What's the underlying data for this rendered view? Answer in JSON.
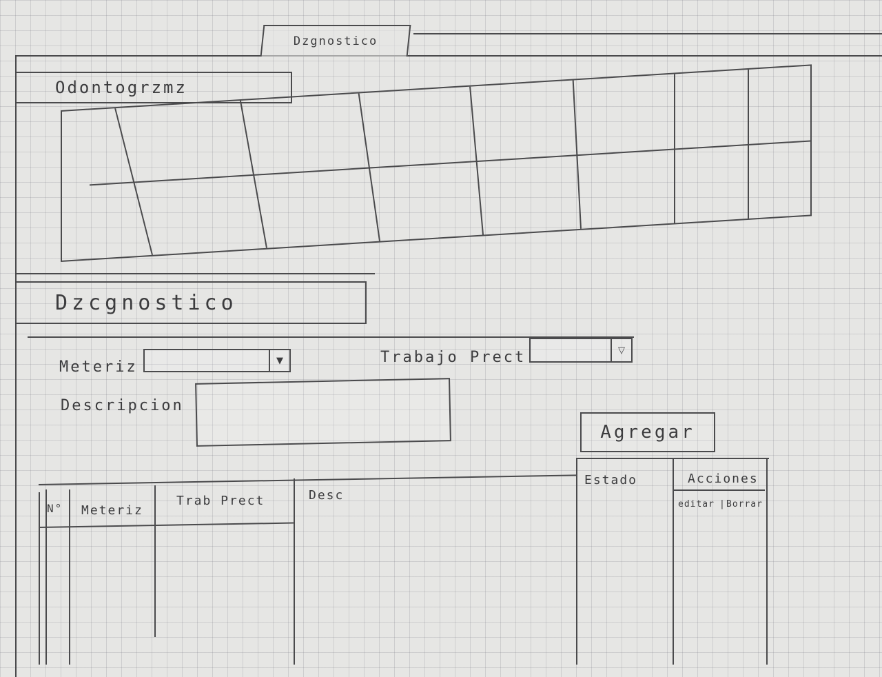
{
  "tab": {
    "label": "Dzgnostico"
  },
  "odontograma": {
    "title": "Odontogrzmz"
  },
  "diagnostico": {
    "title": "Dzcgnostico",
    "materia_label": "Meteriz",
    "materia_value": "",
    "trabajo_label": "Trabajo Prect",
    "trabajo_value": "",
    "descripcion_label": "Descripcion",
    "descripcion_value": "",
    "add_button": "Agregar"
  },
  "table": {
    "columns": [
      "N°",
      "Meteriz",
      "Trab Prect",
      "Desc",
      "Estado",
      "Acciones"
    ],
    "action_edit": "editar",
    "action_sep": "|",
    "action_delete": "Borrar",
    "rows": []
  },
  "icons": {
    "dropdown": "chevron-down-icon"
  }
}
